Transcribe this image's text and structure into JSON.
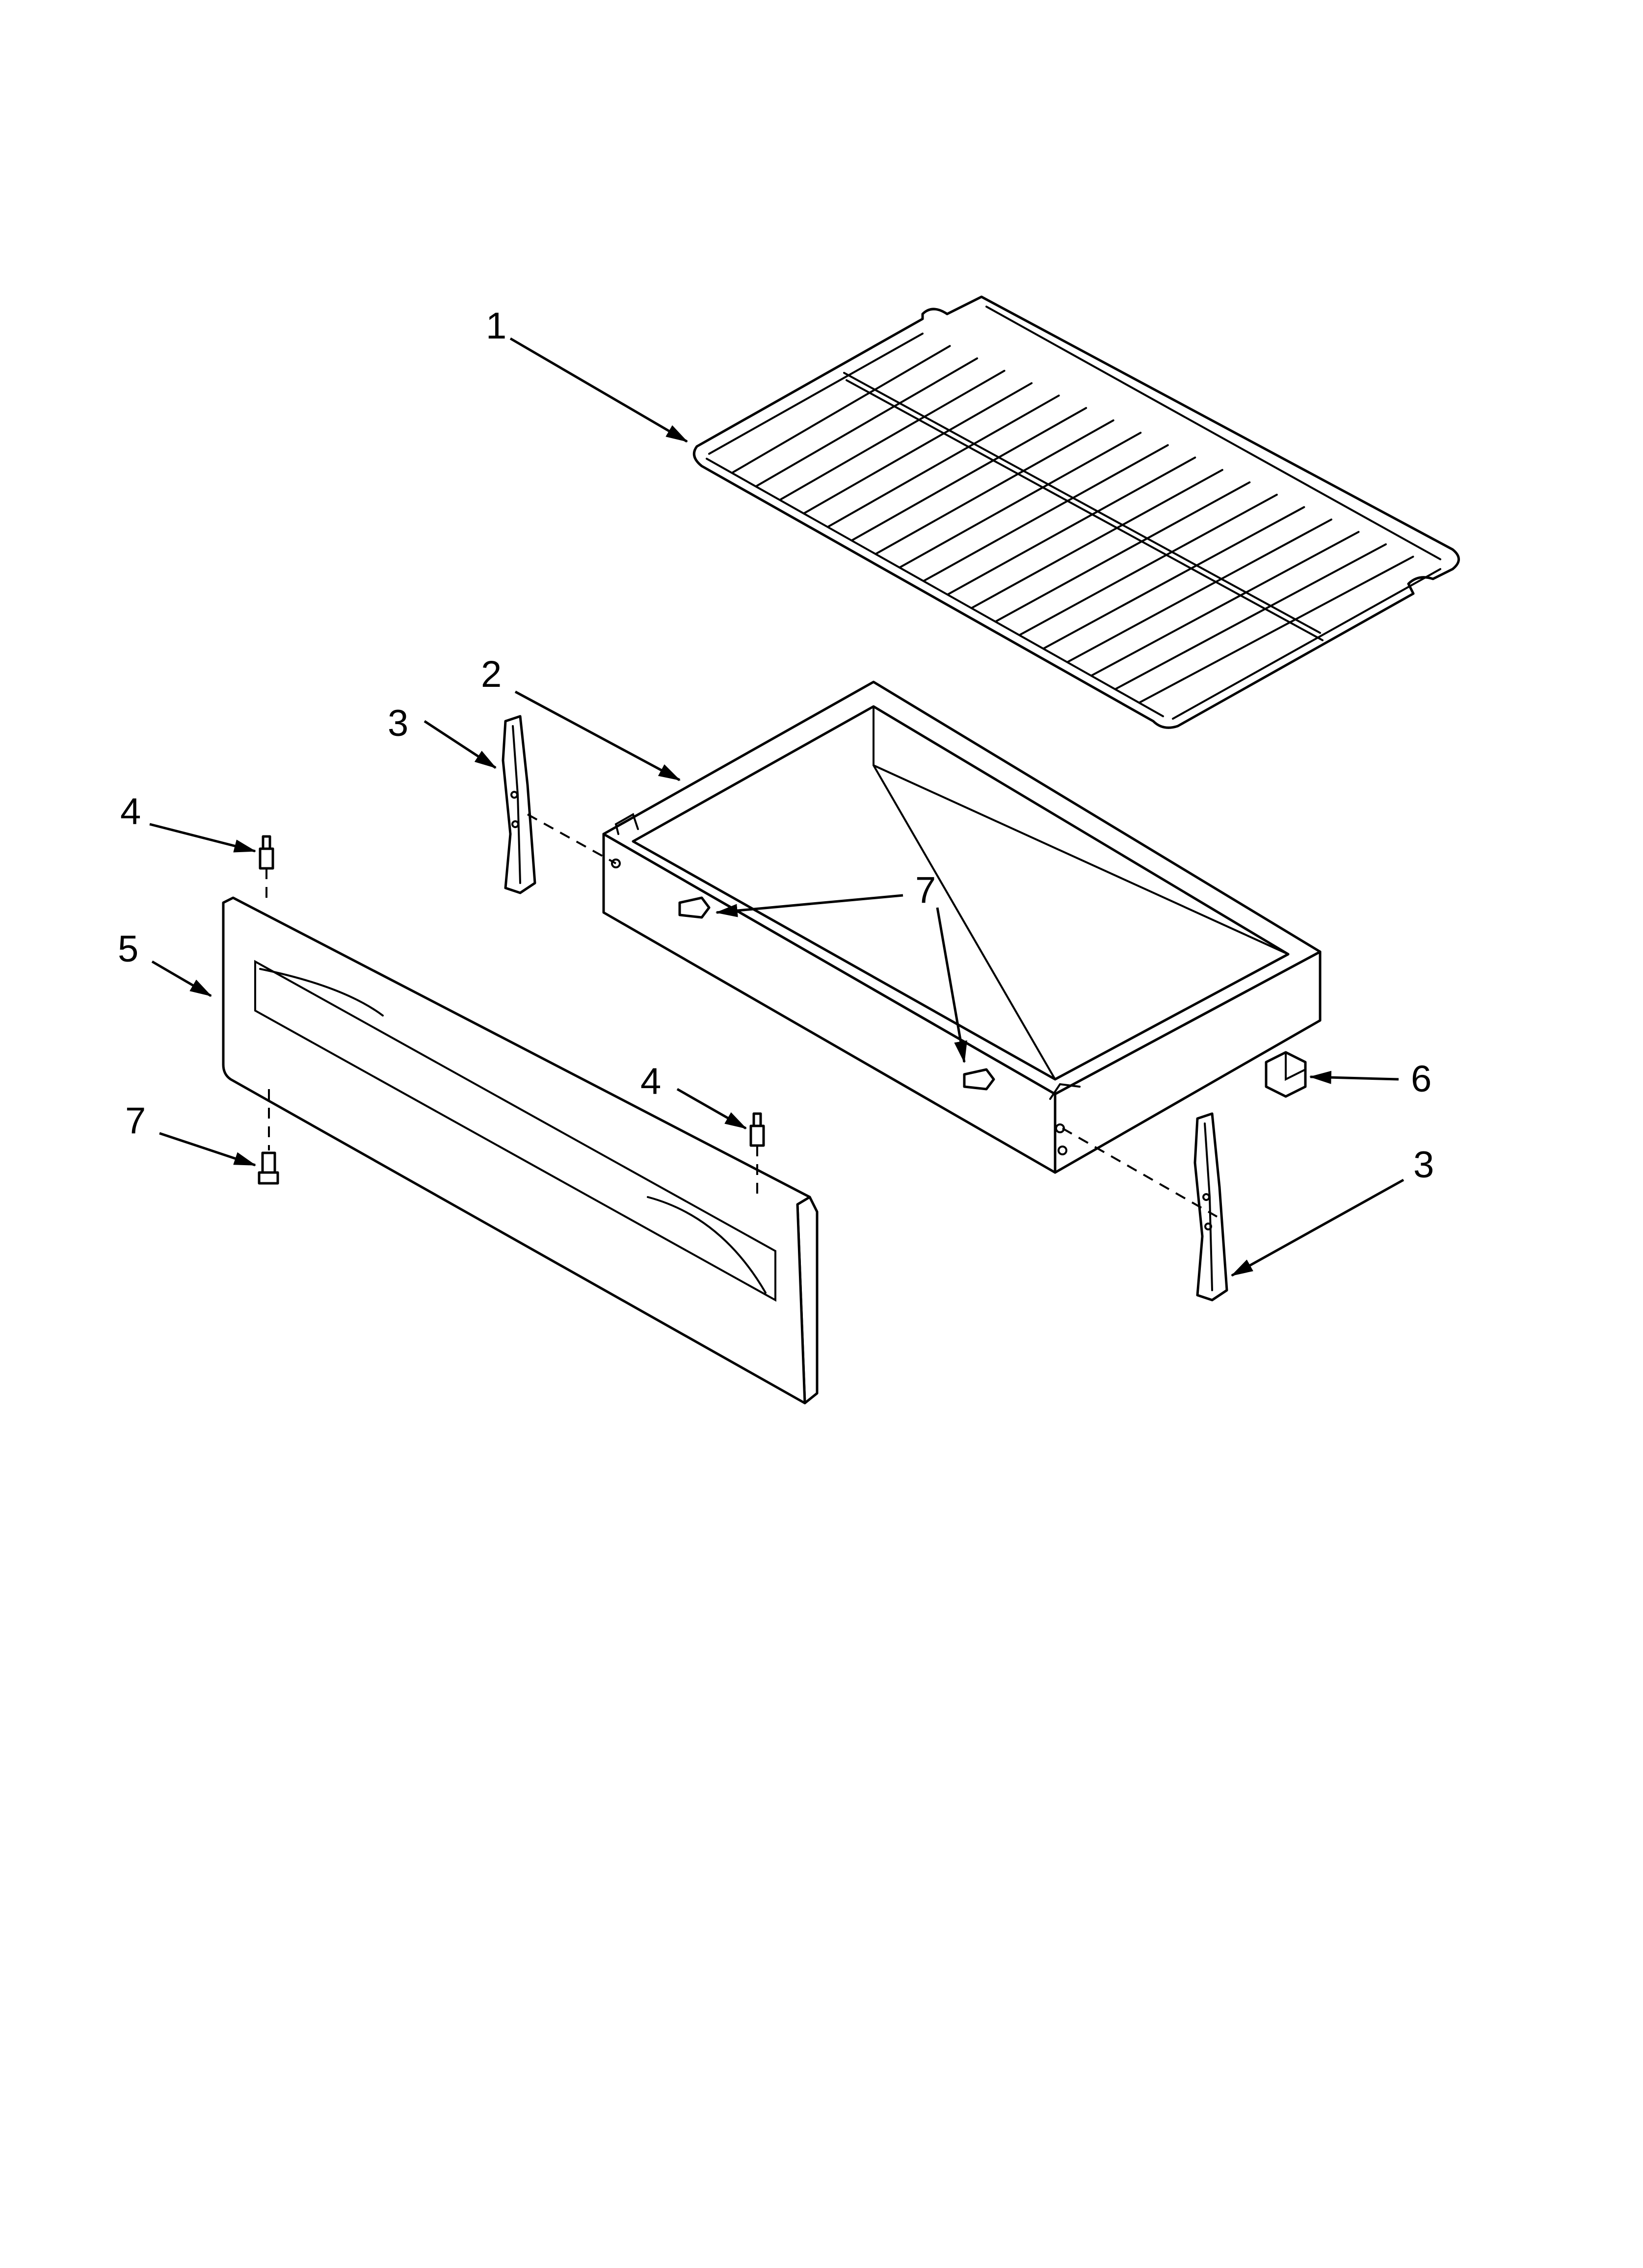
{
  "callouts": [
    {
      "id": "c1",
      "label": "1"
    },
    {
      "id": "c2",
      "label": "2"
    },
    {
      "id": "c3a",
      "label": "3"
    },
    {
      "id": "c3b",
      "label": "3"
    },
    {
      "id": "c4a",
      "label": "4"
    },
    {
      "id": "c4b",
      "label": "4"
    },
    {
      "id": "c5",
      "label": "5"
    },
    {
      "id": "c6",
      "label": "6"
    },
    {
      "id": "c7a",
      "label": "7"
    },
    {
      "id": "c7b",
      "label": "7"
    }
  ],
  "parts": {
    "rack": "oven-rack",
    "drawer": "storage-drawer",
    "drawer_panel": "drawer-front-panel",
    "glides": "drawer-glide",
    "studs": "panel-stud",
    "clip": "drawer-stop-clip",
    "screws": "screw"
  }
}
